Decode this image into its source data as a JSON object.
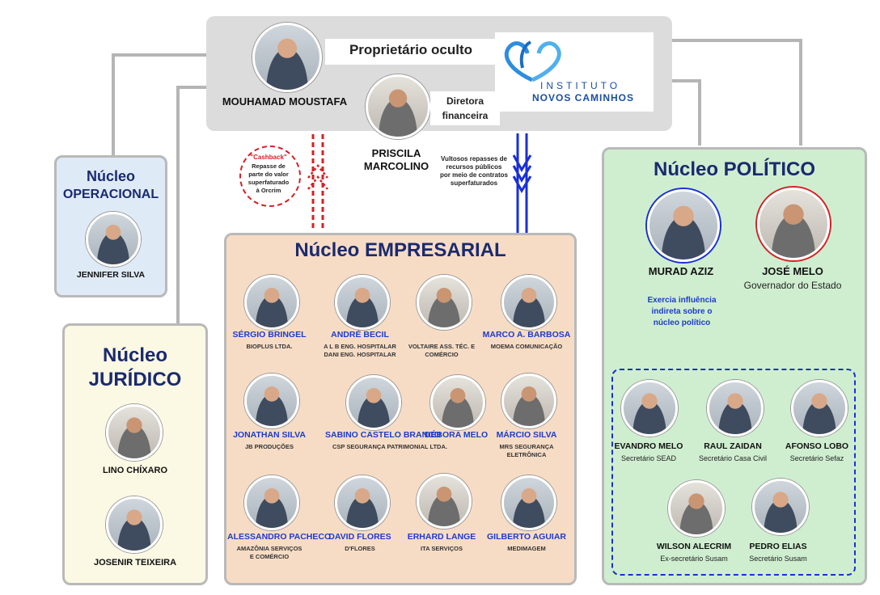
{
  "top": {
    "owner_name": "MOUHAMAD MOUSTAFA",
    "owner_role": "Proprietário oculto",
    "director_name_1": "PRISCILA",
    "director_name_2": "MARCOLINO",
    "director_role_1": "Diretora",
    "director_role_2": "financeira",
    "logo_line1": "INSTITUTO",
    "logo_line2": "NOVOS CAMINHOS"
  },
  "flows": {
    "cashback_title": "\"Cashback\"",
    "cashback_text": [
      "Repasse de",
      "parte do valor",
      "superfaturado",
      "à Orcrim"
    ],
    "repasses_text": [
      "Vultosos repasses de",
      "recursos públicos",
      "por meio de contratos",
      "superfaturados"
    ]
  },
  "operacional": {
    "title_1": "Núcleo",
    "title_2": "OPERACIONAL",
    "person": "JENNIFER SILVA"
  },
  "juridico": {
    "title_1": "Núcleo",
    "title_2": "JURÍDICO",
    "people": [
      "LINO CHÍXARO",
      "JOSENIR TEIXEIRA"
    ]
  },
  "empresarial": {
    "title_1": "Núcleo",
    "title_2": "EMPRESARIAL",
    "people": [
      {
        "name": "SÉRGIO BRINGEL",
        "company": [
          "BIOPLUS LTDA."
        ]
      },
      {
        "name": "ANDRÉ BECIL",
        "company": [
          "A L B ENG. HOSPITALAR",
          "DANI ENG. HOSPITALAR"
        ]
      },
      {
        "name": "",
        "company": [
          "VOLTAIRE ASS. TÉC. E",
          "COMÉRCIO"
        ]
      },
      {
        "name": "MARCO A. BARBOSA",
        "company": [
          "MOEMA COMUNICAÇÃO"
        ]
      },
      {
        "name": "JONATHAN SILVA",
        "company": [
          "JB PRODUÇÕES"
        ]
      },
      {
        "name": "SABINO CASTELO BRANCO",
        "company": [
          "CSP SEGURANÇA PATRIMONIAL LTDA."
        ]
      },
      {
        "name": "DÉBORA MELO",
        "company": []
      },
      {
        "name": "MÁRCIO SILVA",
        "company": [
          "MRS SEGURANÇA",
          "ELETRÔNICA"
        ]
      },
      {
        "name": "ALESSANDRO PACHECO",
        "company": [
          "AMAZÔNIA SERVIÇOS",
          "E COMÉRCIO"
        ]
      },
      {
        "name": "DAVID FLORES",
        "company": [
          "D'FLORES"
        ]
      },
      {
        "name": "ERHARD LANGE",
        "company": [
          "ITA SERVIÇOS"
        ]
      },
      {
        "name": "GILBERTO AGUIAR",
        "company": [
          "MEDIMAGEM"
        ]
      }
    ]
  },
  "politico": {
    "title_1": "Núcleo",
    "title_2": "POLÍTICO",
    "murad": "MURAD AZIZ",
    "jose": "JOSÉ MELO",
    "jose_role": "Governador do Estado",
    "influence": [
      "Exercia influência",
      "indireta sobre o",
      "núcleo político"
    ],
    "secretaries": [
      {
        "name": "EVANDRO MELO",
        "role": "Secretário SEAD"
      },
      {
        "name": "RAUL ZAIDAN",
        "role": "Secretário Casa Civil"
      },
      {
        "name": "AFONSO LOBO",
        "role": "Secretário Sefaz"
      },
      {
        "name": "WILSON ALECRIM",
        "role": "Ex-secretário Susam"
      },
      {
        "name": "PEDRO ELIAS",
        "role": "Secretário Susam"
      }
    ]
  }
}
